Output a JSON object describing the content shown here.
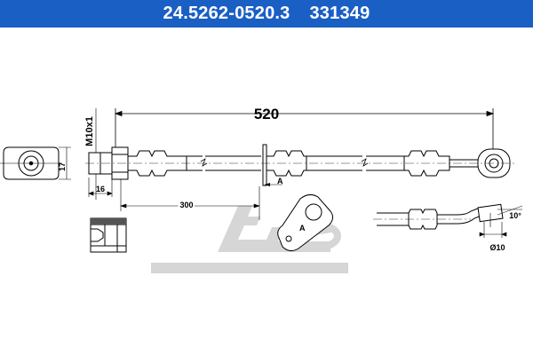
{
  "header": {
    "part_number": "24.5262-0520.3",
    "ref_number": "331349"
  },
  "dimensions": {
    "overall_length": "520",
    "thread": "M10x1",
    "width": "17",
    "fitting_length": "16",
    "bracket_offset": "300",
    "section_marker": "A",
    "detail_marker": "A",
    "angle": "10°",
    "eye_diameter": "Ø10"
  },
  "colors": {
    "header_bg": "#1a5fc4",
    "header_text": "#ffffff",
    "logo": "#d0d0d0"
  },
  "icons": {
    "logo": "ate-logo"
  }
}
